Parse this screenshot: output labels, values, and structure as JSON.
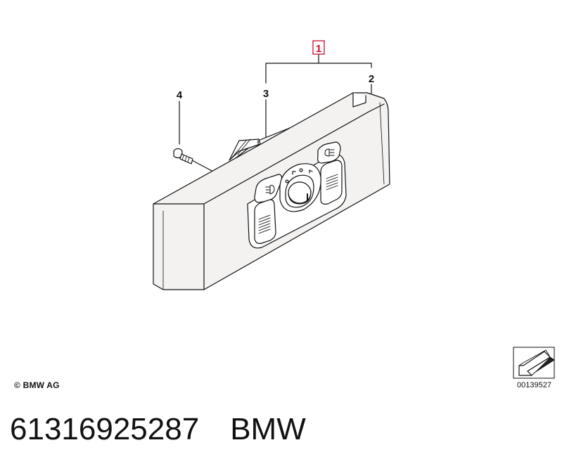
{
  "callouts": {
    "assembly": "1",
    "frame": "2",
    "switch_module": "3",
    "screw": "4"
  },
  "copyright": "© BMW AG",
  "diagram_id": "00139527",
  "part_number": "61316925287",
  "brand": "BMW",
  "colors": {
    "panel_fill": "#f4f2f0",
    "line": "#111111",
    "accent": "#c8102e"
  }
}
